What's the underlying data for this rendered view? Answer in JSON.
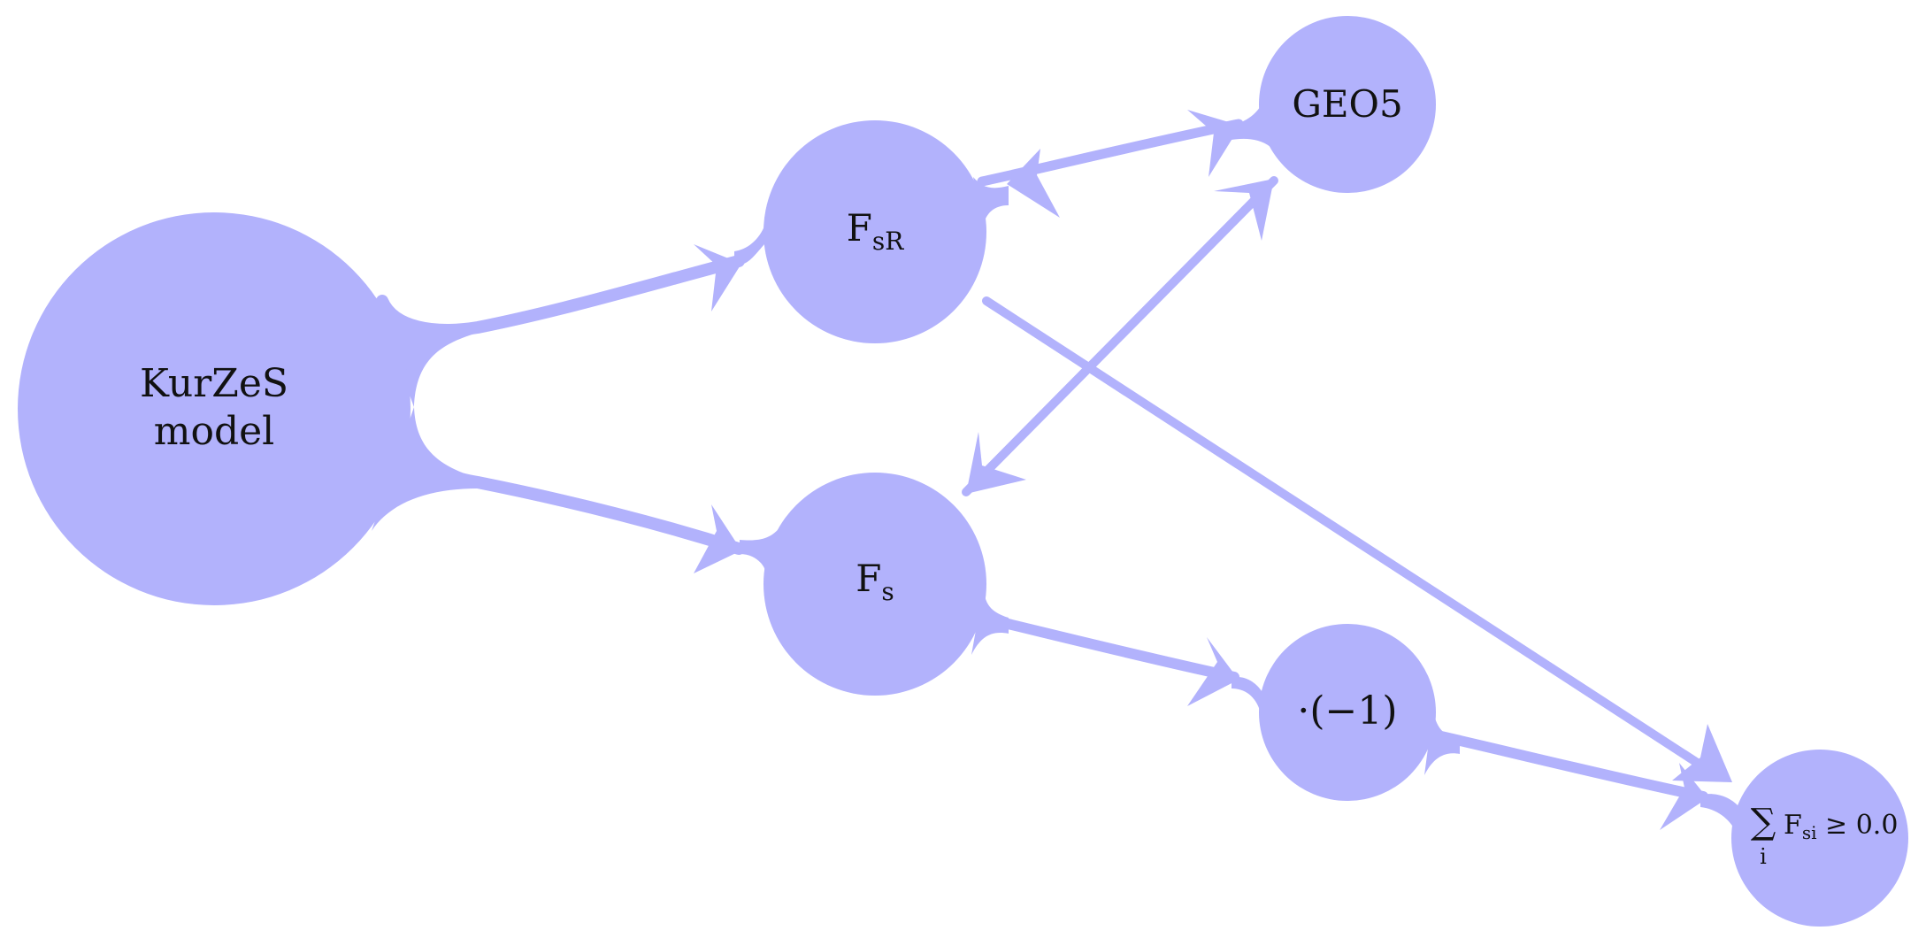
{
  "colors": {
    "node_fill": "#b2b2fc",
    "edge": "#b2b2fc",
    "text": "#111111",
    "background": "#ffffff"
  },
  "nodes": {
    "kurzes": {
      "line1": "KurZeS",
      "line2": "model"
    },
    "fsr": {
      "main": "F",
      "sub": "sR"
    },
    "geo5": {
      "label": "GEO5"
    },
    "fs": {
      "main": "F",
      "sub": "s"
    },
    "neg": {
      "label": "·(−1)"
    },
    "sum": {
      "sigma": "∑",
      "index": "i",
      "main": "F",
      "sub": "si",
      "rest": " ≥ 0.0"
    }
  },
  "edges": [
    {
      "from": "KurZeS model",
      "to": "FsR"
    },
    {
      "from": "KurZeS model",
      "to": "Fs"
    },
    {
      "from": "FsR",
      "to": "GEO5"
    },
    {
      "from": "GEO5",
      "to": "FsR"
    },
    {
      "from": "Fs",
      "to": "GEO5"
    },
    {
      "from": "GEO5",
      "to": "Fs"
    },
    {
      "from": "FsR",
      "to": "sum"
    },
    {
      "from": "Fs",
      "to": "·(−1)"
    },
    {
      "from": "·(−1)",
      "to": "sum"
    }
  ]
}
